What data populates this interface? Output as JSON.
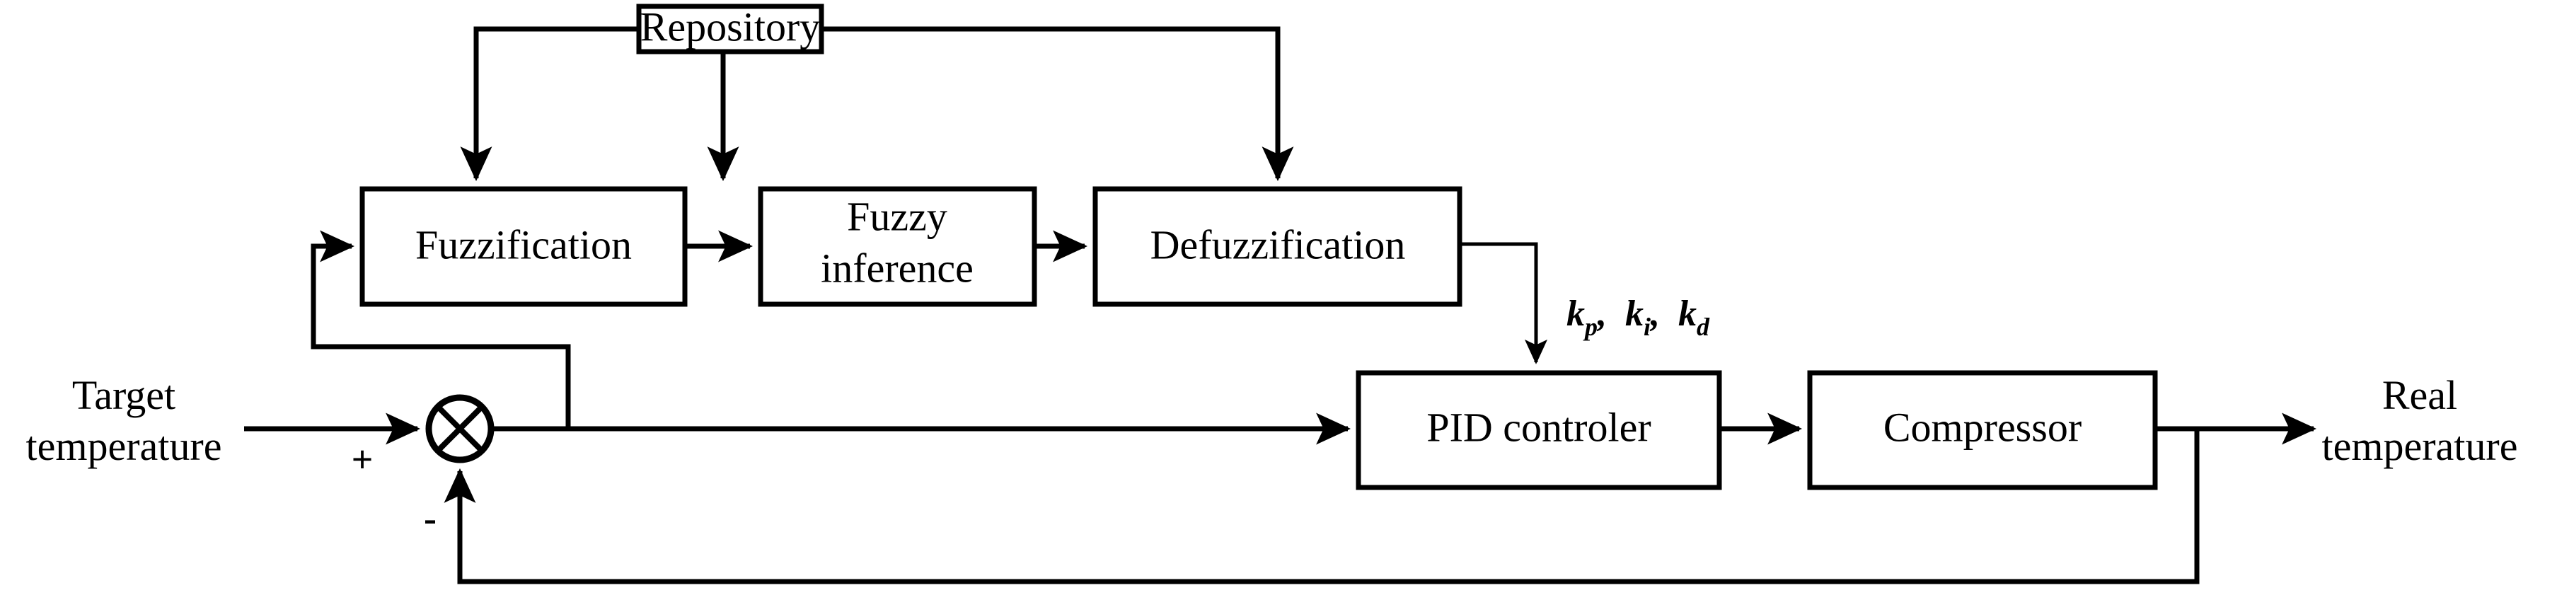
{
  "diagram": {
    "title": "Fuzzy PID temperature control block diagram",
    "type": "control-system-block-diagram",
    "background_color": "#ffffff",
    "line_color": "#000000"
  },
  "blocks": {
    "repository": {
      "label": "Repository"
    },
    "fuzzification": {
      "label": "Fuzzification"
    },
    "fuzzy_inference": {
      "label_line1": "Fuzzy",
      "label_line2": "inference"
    },
    "defuzzification": {
      "label": "Defuzzification"
    },
    "pid_controller": {
      "label": "PID controler"
    },
    "compressor": {
      "label": "Compressor"
    }
  },
  "io_labels": {
    "target_temperature": {
      "line1": "Target",
      "line2": "temperature"
    },
    "real_temperature": {
      "line1": "Real",
      "line2": "temperature"
    }
  },
  "signs": {
    "plus": "+",
    "minus": "-"
  },
  "summing_junction": {
    "name": "summing-junction",
    "symbol": "cross-circle"
  },
  "gains": {
    "kp": {
      "base": "k",
      "sub": "p"
    },
    "ki": {
      "base": "k",
      "sub": "i"
    },
    "kd": {
      "base": "k",
      "sub": "d"
    },
    "separator": ",",
    "full_text": "kp, ki, kd"
  }
}
